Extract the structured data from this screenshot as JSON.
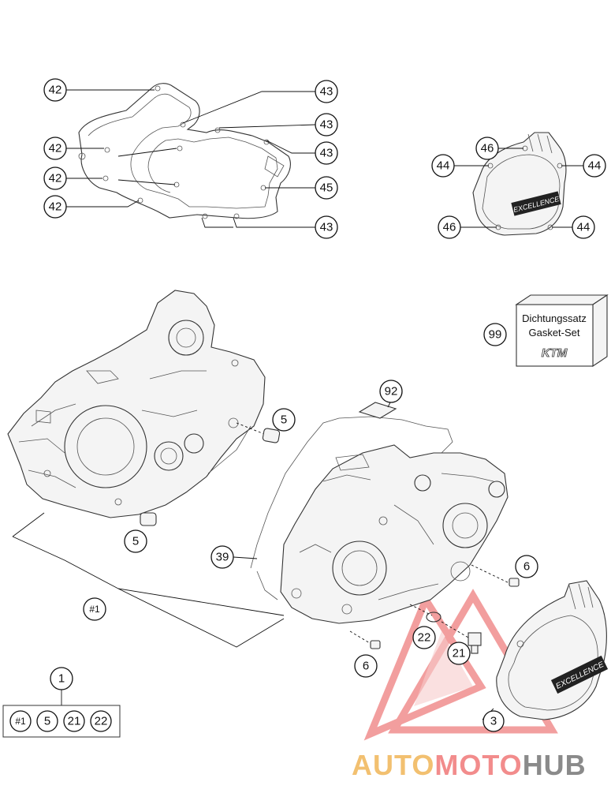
{
  "callouts": [
    {
      "id": "c42a",
      "label": "42"
    },
    {
      "id": "c42b",
      "label": "42"
    },
    {
      "id": "c42c",
      "label": "42"
    },
    {
      "id": "c42d",
      "label": "42"
    },
    {
      "id": "c43a",
      "label": "43"
    },
    {
      "id": "c43b",
      "label": "43"
    },
    {
      "id": "c43c",
      "label": "43"
    },
    {
      "id": "c43d",
      "label": "43"
    },
    {
      "id": "c45",
      "label": "45"
    },
    {
      "id": "c46a",
      "label": "46"
    },
    {
      "id": "c46b",
      "label": "46"
    },
    {
      "id": "c44a",
      "label": "44"
    },
    {
      "id": "c44b",
      "label": "44"
    },
    {
      "id": "c44c",
      "label": "44"
    },
    {
      "id": "c99",
      "label": "99"
    },
    {
      "id": "c92",
      "label": "92"
    },
    {
      "id": "c5a",
      "label": "5"
    },
    {
      "id": "c5b",
      "label": "5"
    },
    {
      "id": "c39",
      "label": "39"
    },
    {
      "id": "c6a",
      "label": "6"
    },
    {
      "id": "c6b",
      "label": "6"
    },
    {
      "id": "c22",
      "label": "22"
    },
    {
      "id": "c21",
      "label": "21"
    },
    {
      "id": "c3",
      "label": "3"
    },
    {
      "id": "c1",
      "label": "1"
    },
    {
      "id": "cset",
      "label": "#1"
    }
  ],
  "kit_box": {
    "line1": "Dichtungssatz",
    "line2": "Gasket-Set",
    "logo": "KTM"
  },
  "cover_logo": "EXCELLENCE",
  "set_contents": [
    "#1",
    "5",
    "21",
    "22"
  ],
  "watermark": {
    "part1": "AUTO",
    "part2": "MOTO",
    "part3": "HUB",
    "color1": "#f2c070",
    "color2": "#f28c8c",
    "color3": "#8a8a8a"
  }
}
